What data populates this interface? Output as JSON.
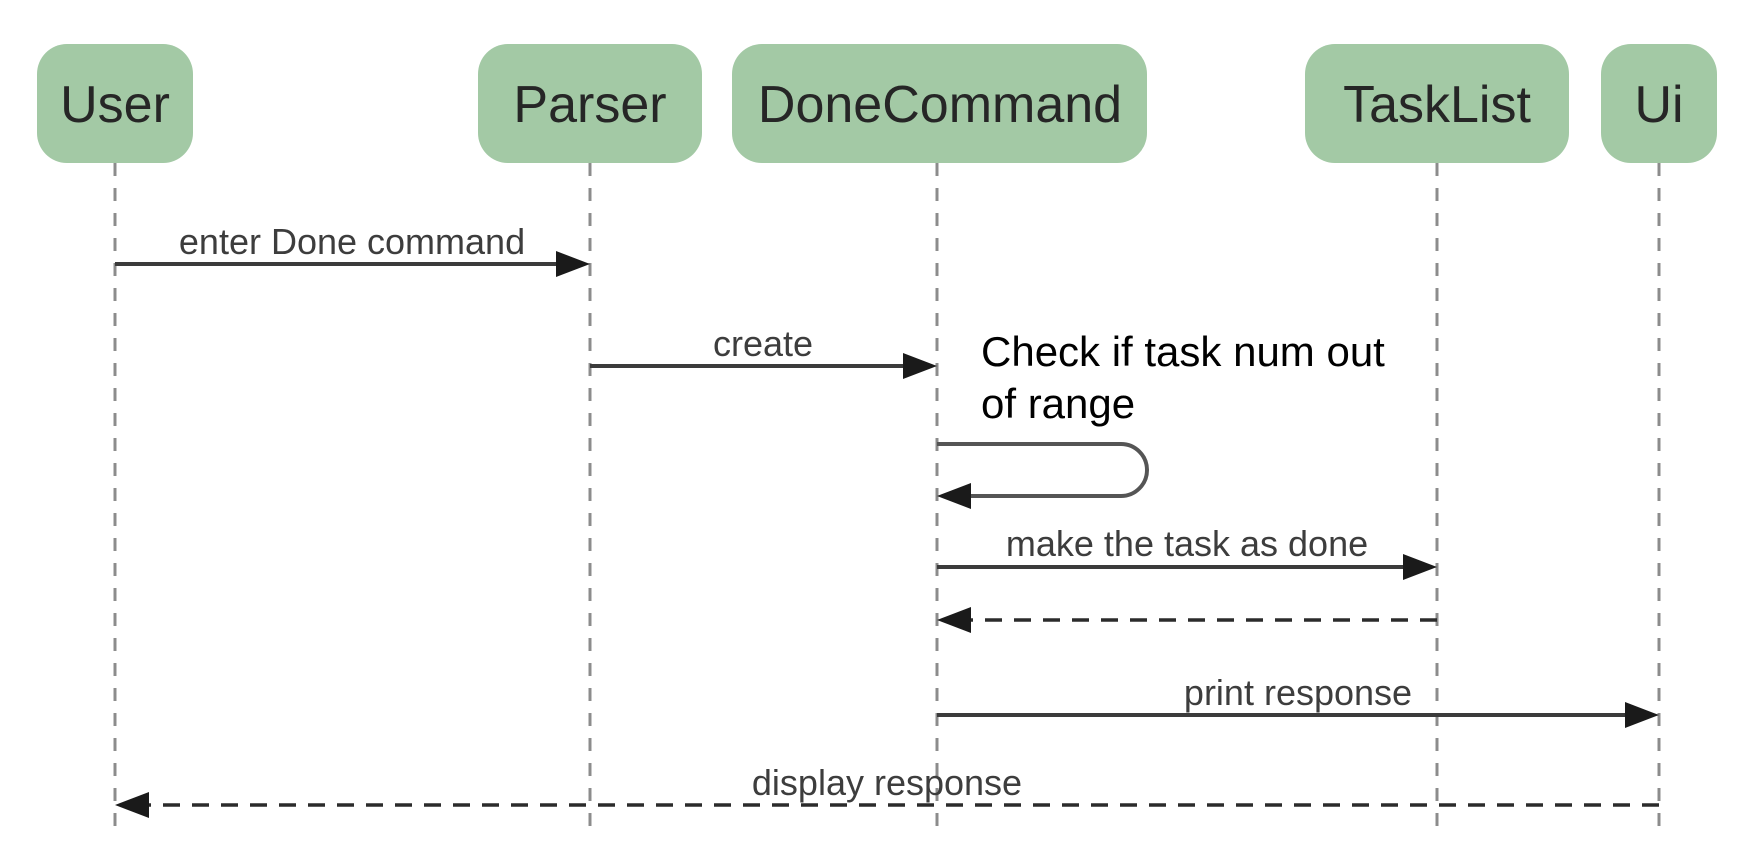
{
  "diagram": {
    "type": "uml-sequence-diagram",
    "participants": [
      {
        "label": "User"
      },
      {
        "label": "Parser"
      },
      {
        "label": "DoneCommand"
      },
      {
        "label": "TaskList"
      },
      {
        "label": "Ui"
      }
    ],
    "messages": [
      {
        "from": "User",
        "to": "Parser",
        "label": "enter Done command",
        "style": "solid-arrow"
      },
      {
        "from": "Parser",
        "to": "DoneCommand",
        "label": "create",
        "style": "solid-arrow"
      },
      {
        "from": "DoneCommand",
        "to": "DoneCommand",
        "label_line1": "Check if task num out",
        "label_line2": "of range",
        "style": "self-message"
      },
      {
        "from": "DoneCommand",
        "to": "TaskList",
        "label": "make the task as done",
        "style": "solid-arrow"
      },
      {
        "from": "TaskList",
        "to": "DoneCommand",
        "label": "",
        "style": "dashed-return"
      },
      {
        "from": "DoneCommand",
        "to": "Ui",
        "label": "print response",
        "style": "solid-arrow"
      },
      {
        "from": "Ui",
        "to": "User",
        "label": "display response",
        "style": "dashed-return"
      }
    ],
    "colors": {
      "background": "#ffffff",
      "participant_fill": "#a3c9a5",
      "participant_text": "#262626",
      "lifeline": "#8c8c8c",
      "message_line": "#3b3b3b",
      "arrowhead": "#1a1a1a",
      "message_text": "#3d3d3d",
      "note_text": "#000000"
    }
  }
}
